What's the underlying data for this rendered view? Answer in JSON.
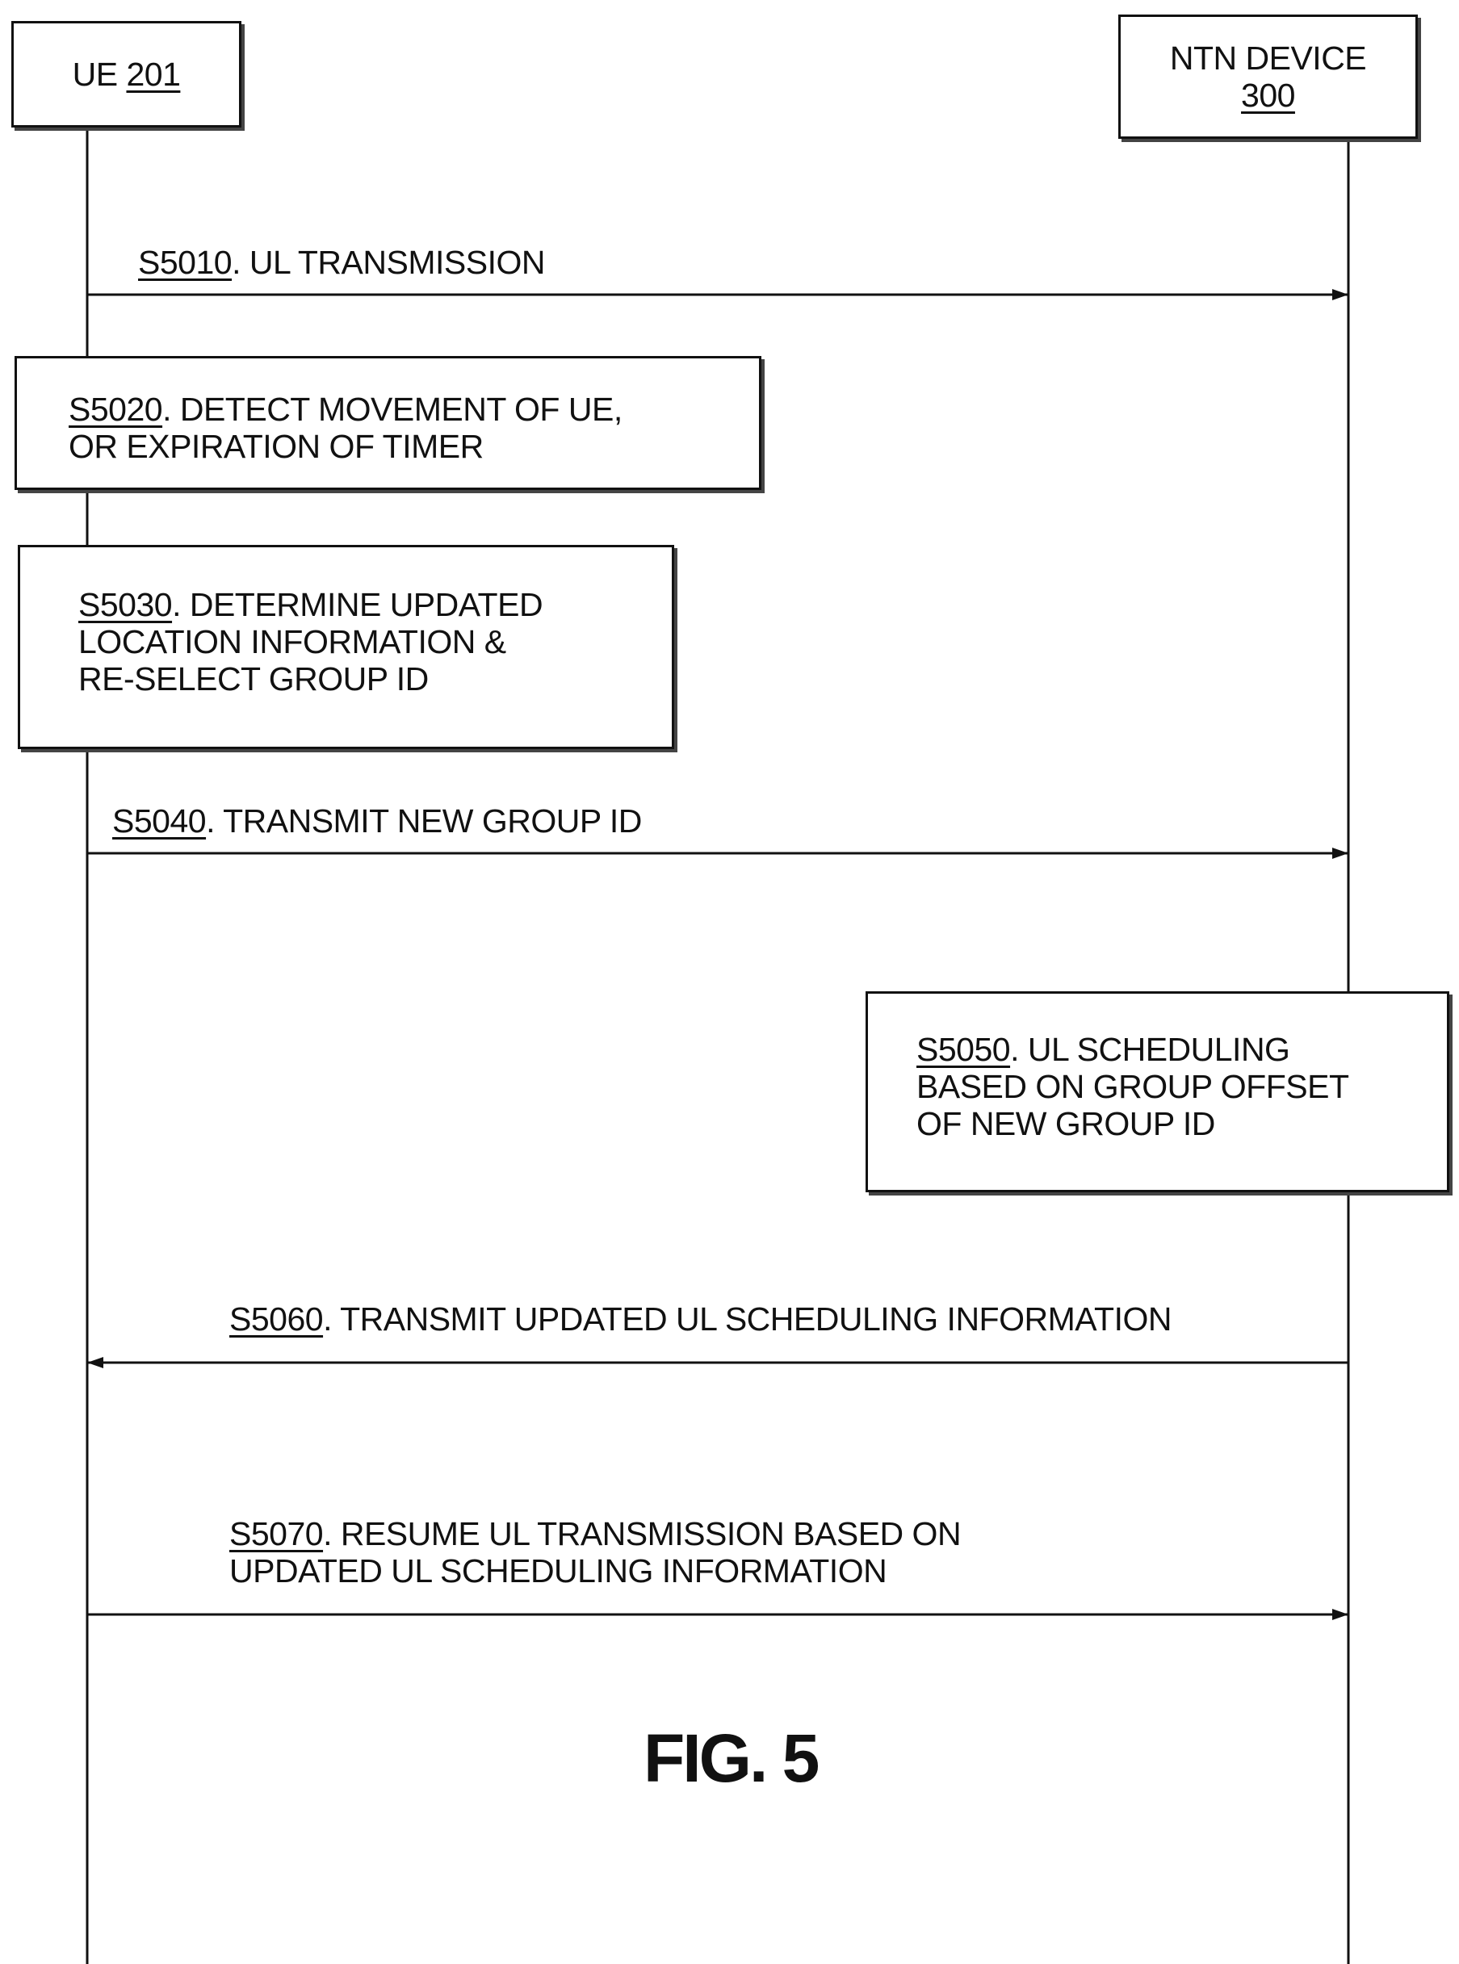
{
  "participants": {
    "ue": {
      "name": "UE",
      "ref": "201"
    },
    "ntn": {
      "name_line1": "NTN DEVICE",
      "ref": "300"
    }
  },
  "steps": {
    "s5010": {
      "ref": "S5010",
      "text": ". UL TRANSMISSION"
    },
    "s5020": {
      "ref": "S5020",
      "line1": ". DETECT MOVEMENT OF UE,",
      "line2": "OR EXPIRATION OF TIMER"
    },
    "s5030": {
      "ref": "S5030",
      "line1": ". DETERMINE UPDATED",
      "line2": "LOCATION INFORMATION &",
      "line3": "RE-SELECT GROUP ID"
    },
    "s5040": {
      "ref": "S5040",
      "text": ". TRANSMIT NEW GROUP ID"
    },
    "s5050": {
      "ref": "S5050",
      "line1": ". UL SCHEDULING",
      "line2": "BASED ON GROUP OFFSET",
      "line3": "OF NEW GROUP ID"
    },
    "s5060": {
      "ref": "S5060",
      "text": ". TRANSMIT UPDATED UL SCHEDULING INFORMATION"
    },
    "s5070": {
      "ref": "S5070",
      "line1": ". RESUME UL TRANSMISSION BASED ON",
      "line2": "UPDATED UL SCHEDULING INFORMATION"
    }
  },
  "figure_label": "FIG. 5"
}
